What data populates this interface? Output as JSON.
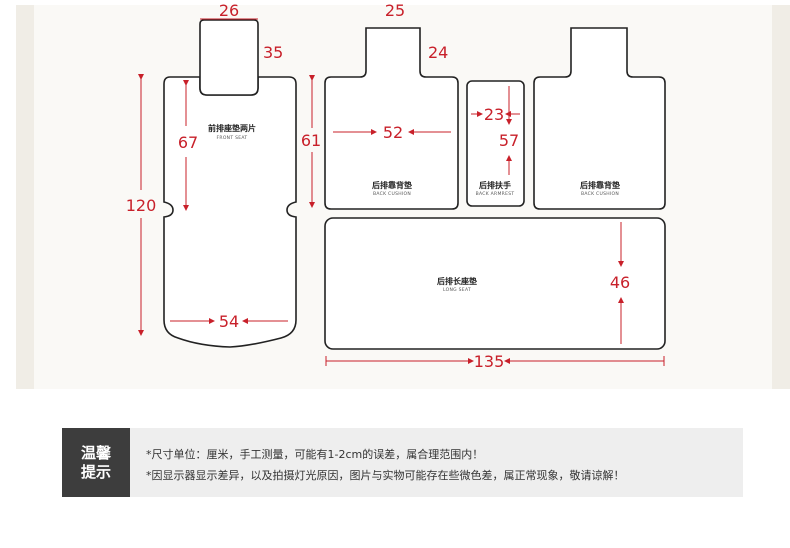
{
  "pieces": {
    "front_seat": {
      "label_cn": "前排座垫两片",
      "label_en": "FRONT SEAT"
    },
    "back_cushion_left": {
      "label_cn": "后排靠背垫",
      "label_en": "BACK CUSHION"
    },
    "back_armrest": {
      "label_cn": "后排扶手",
      "label_en": "BACK ARMREST"
    },
    "back_cushion_right": {
      "label_cn": "后排靠背垫",
      "label_en": "BACK CUSHION"
    },
    "long_seat": {
      "label_cn": "后排长座垫",
      "label_en": "LONG SEAT"
    }
  },
  "dimensions": {
    "front_headrest_width": "26",
    "front_headrest_height": "35",
    "front_total_height": "120",
    "front_back_height": "67",
    "front_width": "54",
    "back_headrest_width": "25",
    "back_headrest_height": "24",
    "back_height": "61",
    "back_width": "52",
    "armrest_width": "23",
    "armrest_height": "57",
    "long_seat_height": "46",
    "long_seat_width": "135"
  },
  "tips": {
    "badge_line_1": "温馨",
    "badge_line_2": "提示",
    "line_1": "*尺寸单位：厘米，手工测量，可能有1-2cm的误差，属合理范围内！",
    "line_2": "*因显示器显示差异，以及拍摄灯光原因，图片与实物可能存在些微色差，属正常现象，敬请谅解！"
  },
  "colors": {
    "dimension": "#c8202a",
    "outline": "#222222",
    "badge": "#3d3d3d",
    "panel": "#eeeeee"
  }
}
